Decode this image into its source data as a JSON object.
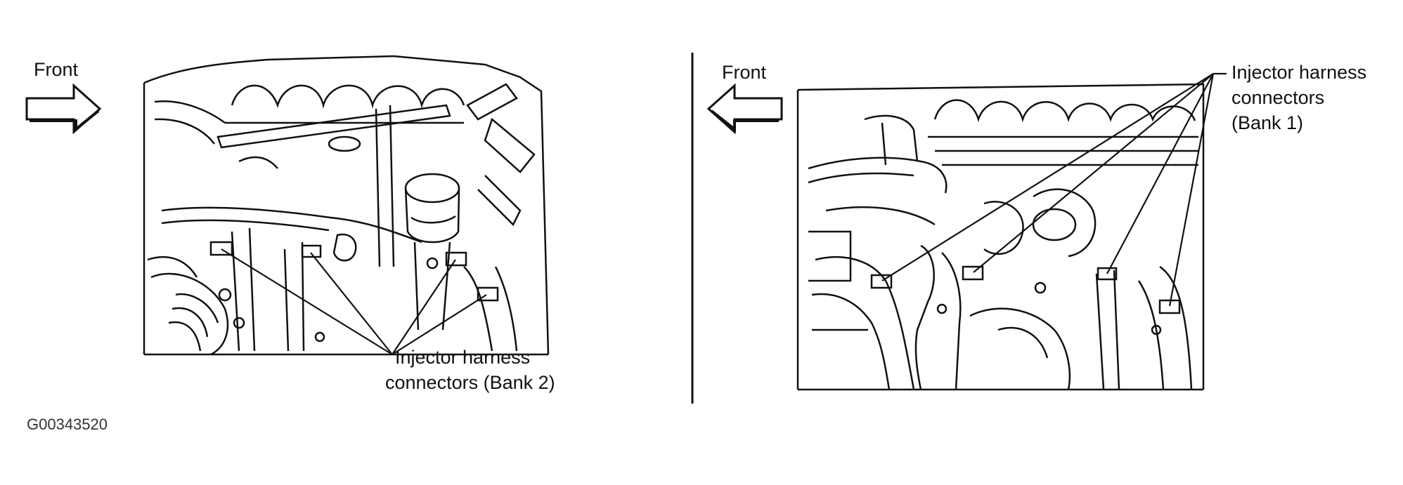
{
  "left_panel": {
    "direction_label": "Front",
    "callout_line1": "Injector harness",
    "callout_line2": "connectors (Bank 2)"
  },
  "right_panel": {
    "direction_label": "Front",
    "callout_line1": "Injector harness",
    "callout_line2": "connectors",
    "callout_line3": "(Bank 1)"
  },
  "figure_id": "G00343520"
}
